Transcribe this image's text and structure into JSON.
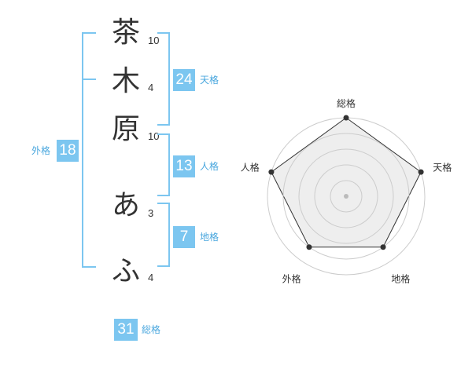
{
  "name_chars": [
    {
      "char": "茶",
      "strokes": "10"
    },
    {
      "char": "木",
      "strokes": "4"
    },
    {
      "char": "原",
      "strokes": "10"
    },
    {
      "char": "あ",
      "strokes": "3"
    },
    {
      "char": "ふ",
      "strokes": "4"
    }
  ],
  "kakusu": {
    "tenkaku": {
      "label": "天格",
      "value": "24"
    },
    "jinkaku": {
      "label": "人格",
      "value": "13"
    },
    "chikaku": {
      "label": "地格",
      "value": "7"
    },
    "gaikaku": {
      "label": "外格",
      "value": "18"
    },
    "soukaku": {
      "label": "総格",
      "value": "31"
    }
  },
  "chart_data": {
    "type": "radar",
    "axes": [
      "総格",
      "天格",
      "地格",
      "外格",
      "人格"
    ],
    "values": [
      5,
      5,
      4,
      4,
      5
    ],
    "max": 5,
    "rings": 5,
    "colors": {
      "fill": "#eeeeee",
      "line": "#333333",
      "ring": "#cccccc",
      "point": "#333333"
    }
  },
  "colors": {
    "accent": "#7cc6f0",
    "label": "#4aa7de"
  }
}
